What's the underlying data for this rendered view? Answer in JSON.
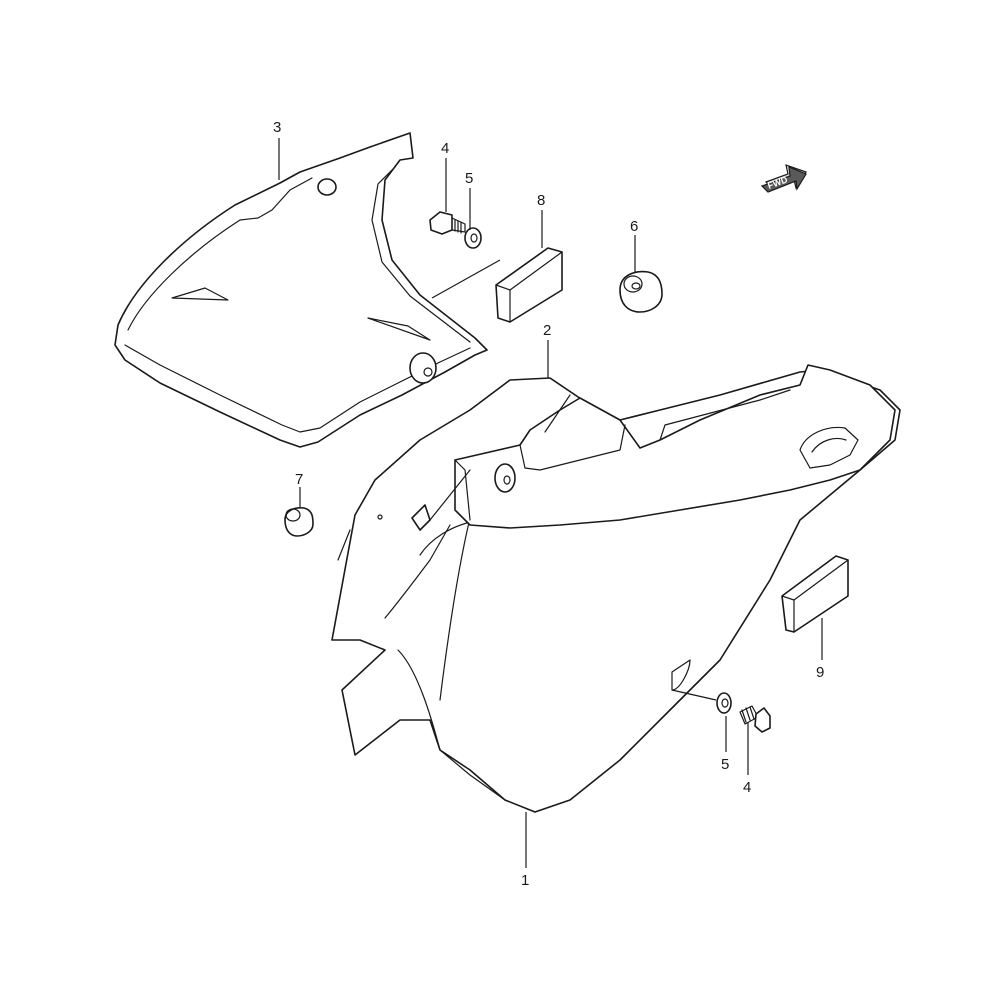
{
  "callouts": [
    {
      "id": "c1",
      "number": "1"
    },
    {
      "id": "c2",
      "number": "2"
    },
    {
      "id": "c3",
      "number": "3"
    },
    {
      "id": "c4a",
      "number": "4"
    },
    {
      "id": "c5a",
      "number": "5"
    },
    {
      "id": "c6",
      "number": "6"
    },
    {
      "id": "c7",
      "number": "7"
    },
    {
      "id": "c8",
      "number": "8"
    },
    {
      "id": "c9",
      "number": "9"
    },
    {
      "id": "c5b",
      "number": "5"
    },
    {
      "id": "c4b",
      "number": "4"
    }
  ],
  "direction_arrow": {
    "text": "FWD",
    "icon": "forward-arrow-icon"
  },
  "colors": {
    "line": "#1a1a1a",
    "background": "#ffffff"
  }
}
